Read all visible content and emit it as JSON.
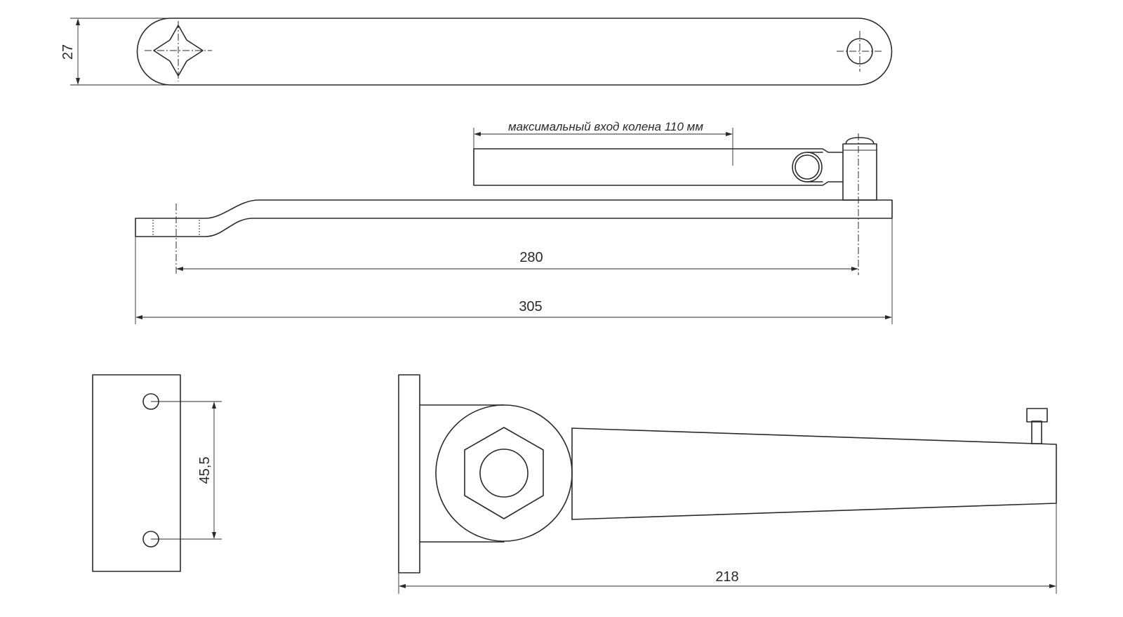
{
  "dimensions": {
    "arm_width": "27",
    "knee_max_travel": "максимальный вход колена 110 мм",
    "arm_pivot_distance": "280",
    "arm_total_length": "305",
    "bracket_hole_spacing": "45,5",
    "closer_body_length": "218"
  }
}
